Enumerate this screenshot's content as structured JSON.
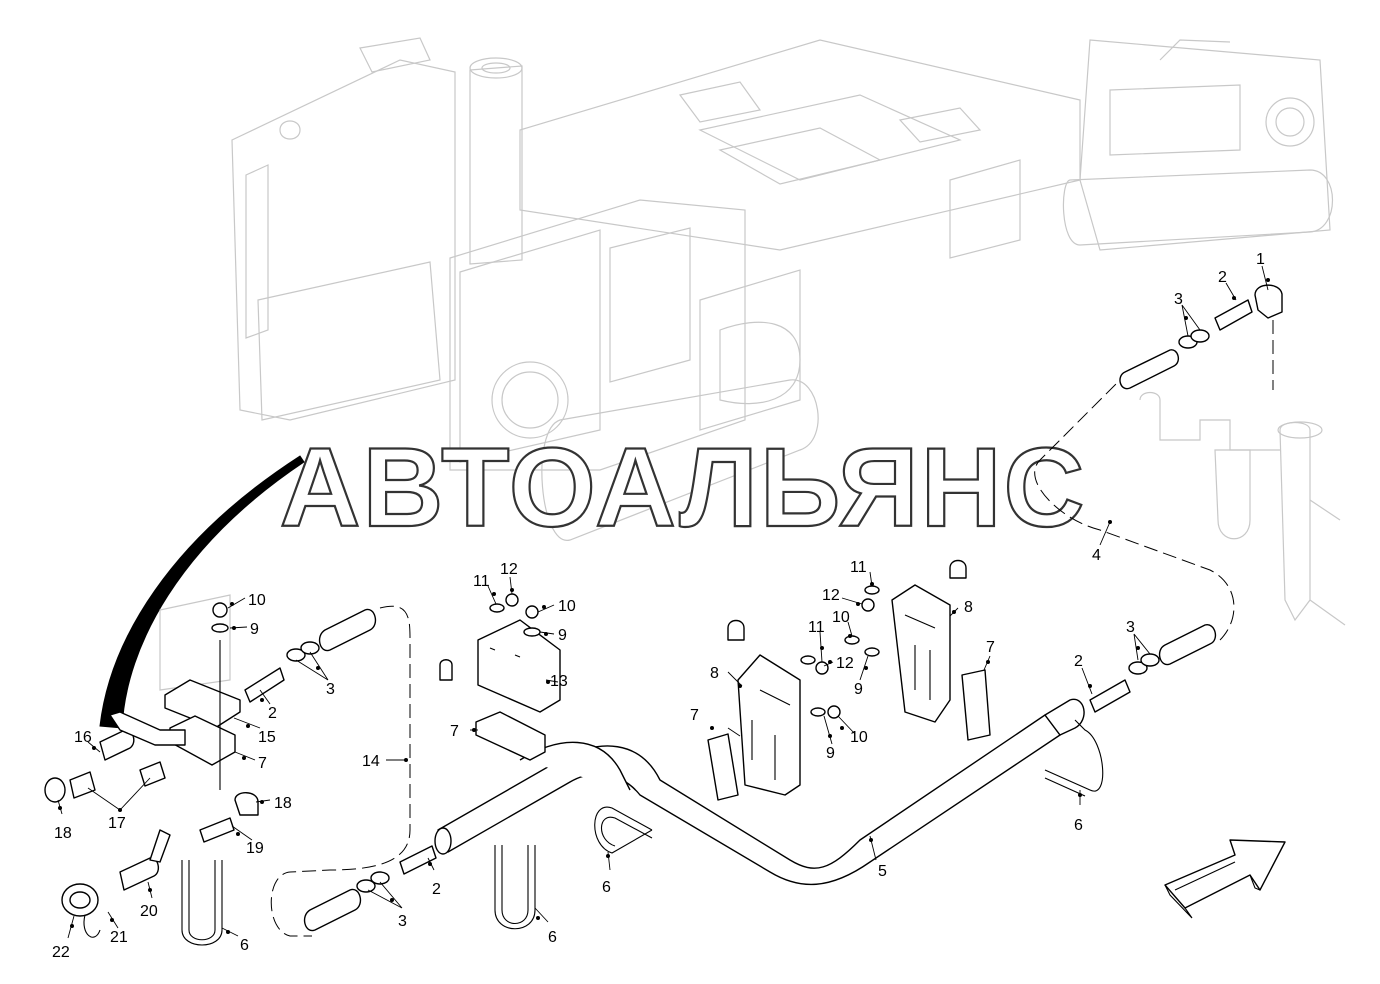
{
  "watermark": {
    "text": "АВТОАЛЬЯНС"
  },
  "callouts": [
    {
      "id": "c1",
      "label": "1"
    },
    {
      "id": "c2a",
      "label": "2"
    },
    {
      "id": "c3a",
      "label": "3"
    },
    {
      "id": "c4",
      "label": "4"
    },
    {
      "id": "c3b",
      "label": "3"
    },
    {
      "id": "c2b",
      "label": "2"
    },
    {
      "id": "c6a",
      "label": "6"
    },
    {
      "id": "c5",
      "label": "5"
    },
    {
      "id": "c7a",
      "label": "7"
    },
    {
      "id": "c8a",
      "label": "8"
    },
    {
      "id": "c11a",
      "label": "11"
    },
    {
      "id": "c12a",
      "label": "12"
    },
    {
      "id": "c10a",
      "label": "10"
    },
    {
      "id": "c11b",
      "label": "11"
    },
    {
      "id": "c12b",
      "label": "12"
    },
    {
      "id": "c9a",
      "label": "9"
    },
    {
      "id": "c8b",
      "label": "8"
    },
    {
      "id": "c7b",
      "label": "7"
    },
    {
      "id": "c9b",
      "label": "9"
    },
    {
      "id": "c10b",
      "label": "10"
    },
    {
      "id": "c6b",
      "label": "6"
    },
    {
      "id": "c11c",
      "label": "11"
    },
    {
      "id": "c12c",
      "label": "12"
    },
    {
      "id": "c10c",
      "label": "10"
    },
    {
      "id": "c9c",
      "label": "9"
    },
    {
      "id": "c13",
      "label": "13"
    },
    {
      "id": "c7c",
      "label": "7"
    },
    {
      "id": "c14",
      "label": "14"
    },
    {
      "id": "c2c",
      "label": "2"
    },
    {
      "id": "c3c",
      "label": "3"
    },
    {
      "id": "c6c",
      "label": "6"
    },
    {
      "id": "c10d",
      "label": "10"
    },
    {
      "id": "c9d",
      "label": "9"
    },
    {
      "id": "c3d",
      "label": "3"
    },
    {
      "id": "c2d",
      "label": "2"
    },
    {
      "id": "c15",
      "label": "15"
    },
    {
      "id": "c7d",
      "label": "7"
    },
    {
      "id": "c16",
      "label": "16"
    },
    {
      "id": "c18a",
      "label": "18"
    },
    {
      "id": "c17",
      "label": "17"
    },
    {
      "id": "c18b",
      "label": "18"
    },
    {
      "id": "c19",
      "label": "19"
    },
    {
      "id": "c20",
      "label": "20"
    },
    {
      "id": "c21",
      "label": "21"
    },
    {
      "id": "c22",
      "label": "22"
    },
    {
      "id": "c6d",
      "label": "6"
    }
  ]
}
